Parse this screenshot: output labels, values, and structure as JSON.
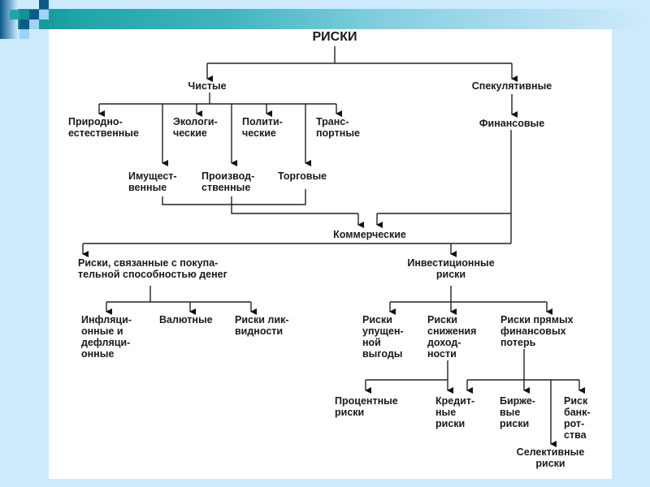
{
  "slide": {
    "background_color": "#cdeafc",
    "banner_colors": [
      "#0f8a8a",
      "#cdeafc"
    ],
    "decoration_colors": [
      "#0a5a8c",
      "#1fa5a8",
      "#9fd2f6"
    ]
  },
  "diagram": {
    "title": "РИСКИ",
    "nodes": {
      "chistye": "Чистые",
      "spekulyativnye": "Спекулятивные",
      "prirodno": "Природно-\nестественные",
      "ekologi": "Экологи-\nческие",
      "politi": "Полити-\nческие",
      "trans": "Транс-\nпортные",
      "finansovye": "Финансовые",
      "imushest": "Имущест-\nвенные",
      "proizvod": "Производ-\nственные",
      "torgovye": "Торговые",
      "kommercheskie": "Коммерческие",
      "pokupat": "Риски, связанные с покупа-\nтельной способностью денег",
      "invest": "Инвестиционные\nриски",
      "inflyac": "Инфляци-\nонные и\nдефляци-\nонные",
      "valyutnye": "Валютные",
      "likvid": "Риски лик-\nвидности",
      "upushen": "Риски\nупущен-\nной\nвыгоды",
      "snizhen": "Риски\nснижения\nдоход-\nности",
      "pryamyh": "Риски прямых\nфинансовых\nпотерь",
      "procent": "Процентные\nриски",
      "kredit": "Кредит-\nные\nриски",
      "birzhe": "Бирже-\nвые\nриски",
      "bankrot": "Риск\nбанк-\nрот-\nства",
      "selekt": "Селективные\nриски"
    }
  }
}
